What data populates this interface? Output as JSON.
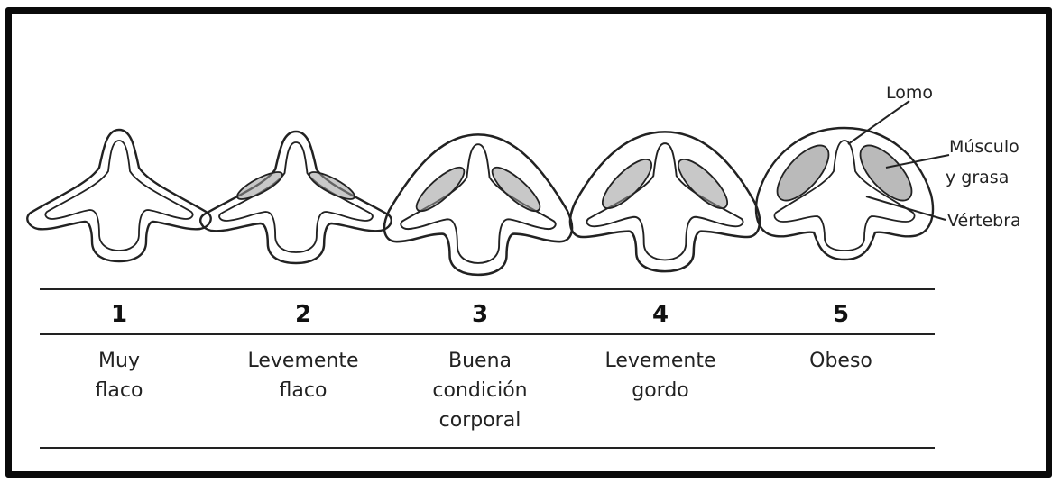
{
  "callouts": {
    "lomo": "Lomo",
    "musculo_line1": "Músculo",
    "musculo_line2": "y grasa",
    "vertebra": "Vértebra"
  },
  "scores": [
    {
      "number": "1",
      "label": [
        "Muy",
        "flaco"
      ]
    },
    {
      "number": "2",
      "label": [
        "Levemente",
        "flaco"
      ]
    },
    {
      "number": "3",
      "label": [
        "Buena",
        "condición",
        "corporal"
      ]
    },
    {
      "number": "4",
      "label": [
        "Levemente",
        "gordo"
      ]
    },
    {
      "number": "5",
      "label": [
        "Obeso"
      ]
    }
  ],
  "colors": {
    "ink": "#222222",
    "frame": "#0a0a0a",
    "muscle_fill": "#9a9a9a"
  }
}
